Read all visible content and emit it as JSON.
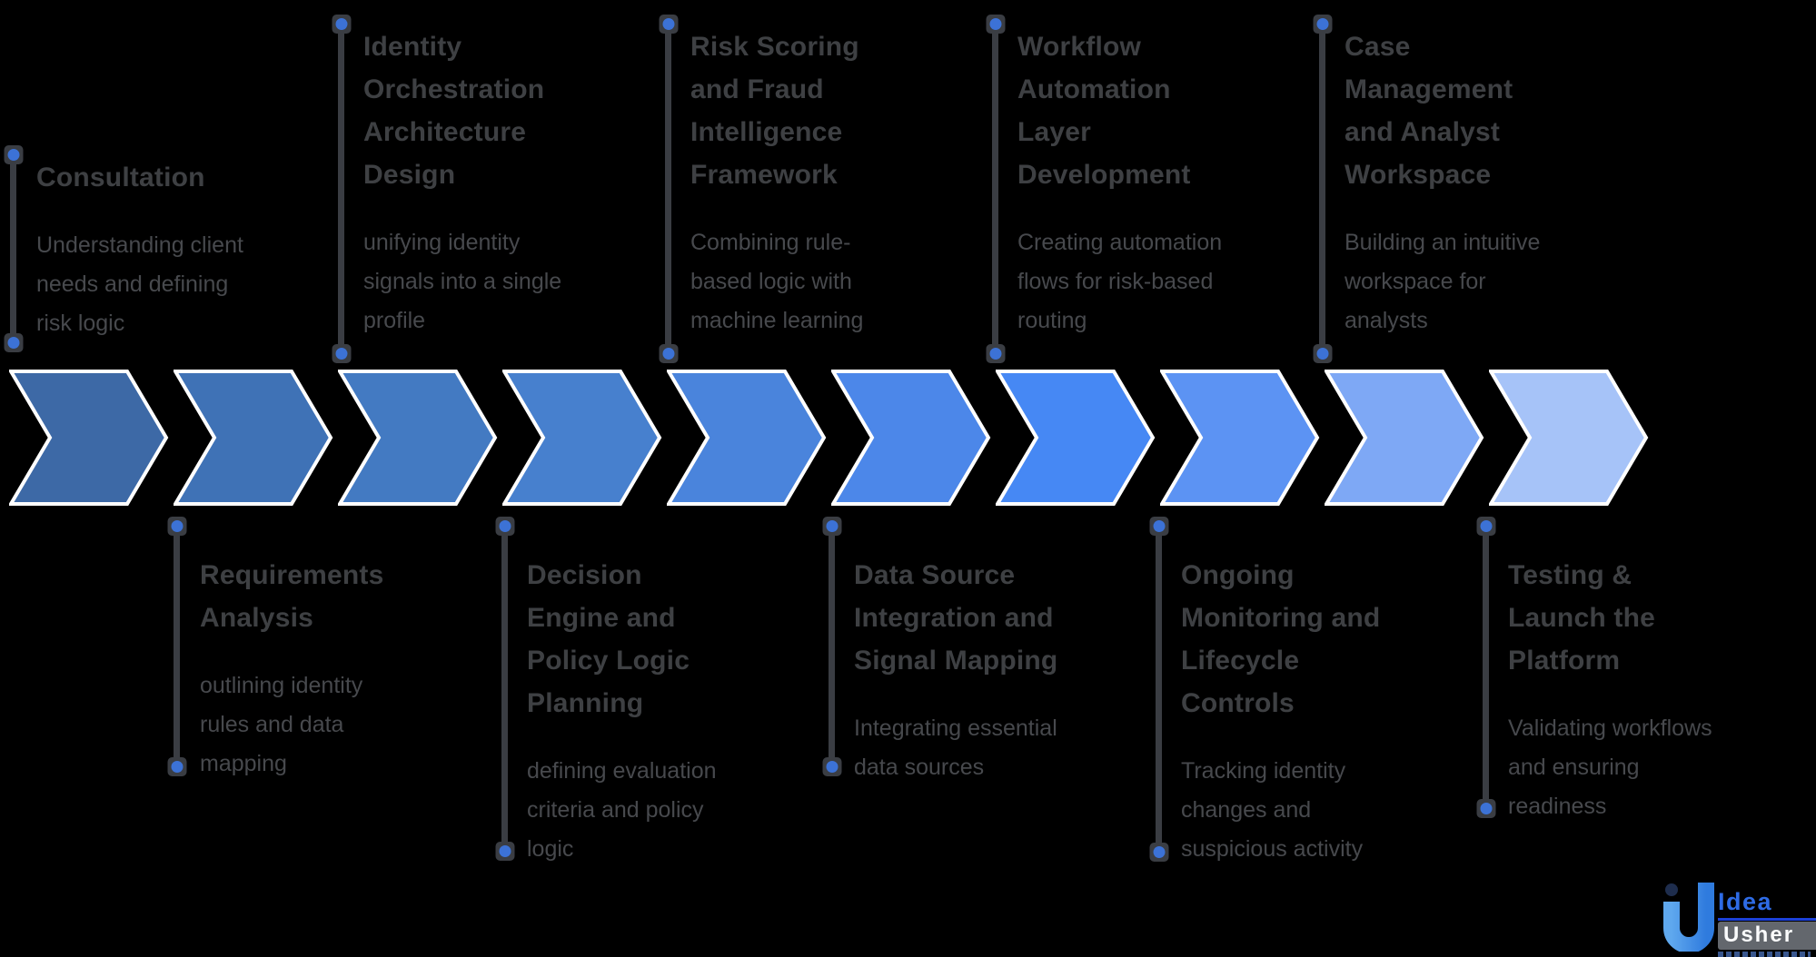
{
  "background_color": "#000000",
  "accent_colors": {
    "connector_line": "#3A3D43",
    "connector_dot": "#3C72D6",
    "title_text": "#3E4043",
    "body_text": "#47494D",
    "chevron_border": "#FFFFFF"
  },
  "chevron_colors": [
    "#3D69A6",
    "#3F72B6",
    "#437AC2",
    "#4780CE",
    "#4A84DC",
    "#4C87E9",
    "#4688F4",
    "#5C93F3",
    "#7EA8F5",
    "#A6C3F8"
  ],
  "top_milestones": [
    {
      "title": "Consultation",
      "description": "Understanding client\nneeds and defining\nrisk logic"
    },
    {
      "title": "Identity\nOrchestration\nArchitecture\nDesign",
      "description": "unifying identity\nsignals into a single\nprofile"
    },
    {
      "title": "Risk Scoring\nand Fraud\nIntelligence\nFramework",
      "description": "Combining rule-\nbased logic with\nmachine learning"
    },
    {
      "title": "Workflow\nAutomation\nLayer\nDevelopment",
      "description": "Creating automation\nflows for risk-based\nrouting"
    },
    {
      "title": "Case\nManagement\nand Analyst\nWorkspace",
      "description": "Building an intuitive\nworkspace for\nanalysts"
    }
  ],
  "bottom_milestones": [
    {
      "title": "Requirements\nAnalysis",
      "description": "outlining identity\nrules and data\nmapping"
    },
    {
      "title": "Decision\nEngine and\nPolicy Logic\nPlanning",
      "description": "defining evaluation\ncriteria and policy\nlogic"
    },
    {
      "title": "Data Source\nIntegration and\nSignal Mapping",
      "description": "Integrating essential\ndata sources"
    },
    {
      "title": "Ongoing\nMonitoring and\nLifecycle\nControls",
      "description": "Tracking identity\nchanges and\nsuspicious activity"
    },
    {
      "title": "Testing &\nLaunch the\nPlatform",
      "description": "Validating workflows\nand ensuring\nreadiness"
    }
  ],
  "logo": {
    "brand_top": "Idea",
    "brand_bottom": "Usher",
    "brand_top_color": "#2E6BE5",
    "brand_bottom_bg": "#63676D"
  }
}
